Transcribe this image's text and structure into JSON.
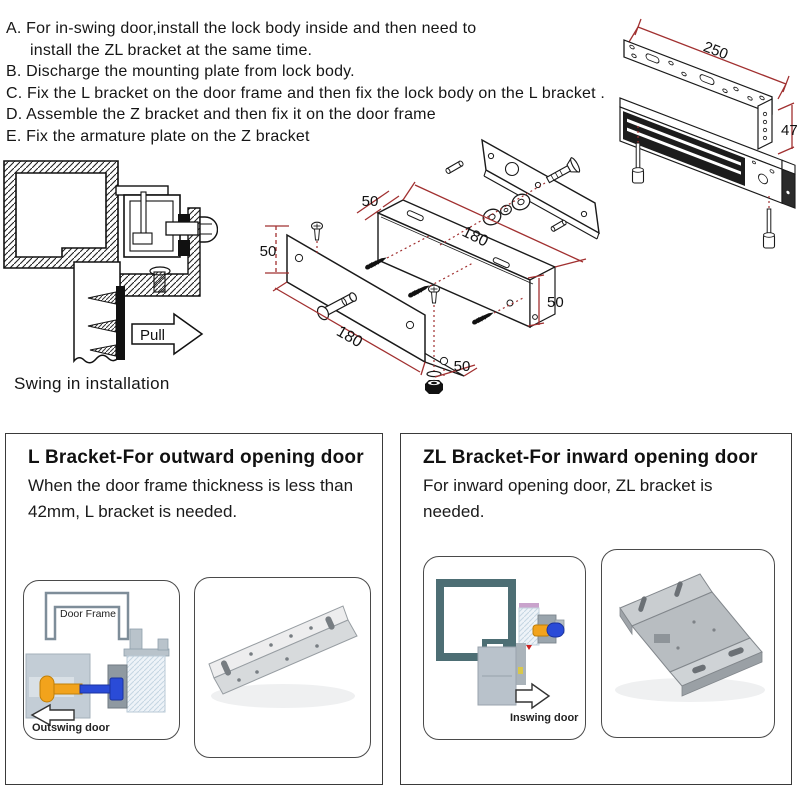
{
  "instructions": {
    "lines": [
      "A. For in-swing door,install the lock body inside and then need to",
      "install the ZL bracket at the same time.",
      "B. Discharge the mounting plate from lock body.",
      "C. Fix the L bracket on the door frame and then fix the lock body on the L bracket .",
      "D. Assemble the Z bracket and then fix it on the door frame",
      "E. Fix the armature plate on the Z bracket"
    ]
  },
  "lock_drawing": {
    "dim_length": "250",
    "dim_height": "47"
  },
  "exploded_view": {
    "dim_top_width": "50",
    "dim_top_length": "180",
    "dim_left_height": "50",
    "dim_right_height": "50",
    "dim_bottom_length": "180",
    "dim_bottom_width": "50"
  },
  "swing_diagram": {
    "pull_label": "Pull",
    "caption": "Swing in installation"
  },
  "panels": {
    "left": {
      "title": "L Bracket-For outward opening door",
      "body_line1": "When the door frame thickness is less than",
      "body_line2": "42mm, L bracket is needed.",
      "door_frame_label": "Door Frame",
      "caption": "Outswing door"
    },
    "right": {
      "title": "ZL Bracket-For inward opening door",
      "body_line1": "For inward opening door, ZL bracket is",
      "body_line2": "needed.",
      "caption": "Inswing door"
    }
  },
  "colors": {
    "dimension_red": "#a13030",
    "line_black": "#1a1a1a",
    "bolt_orange": "#f2a31c",
    "bolt_blue": "#2a4bd7",
    "frame_teal": "#4d6e74",
    "bracket_silver": "#d7dadc"
  }
}
